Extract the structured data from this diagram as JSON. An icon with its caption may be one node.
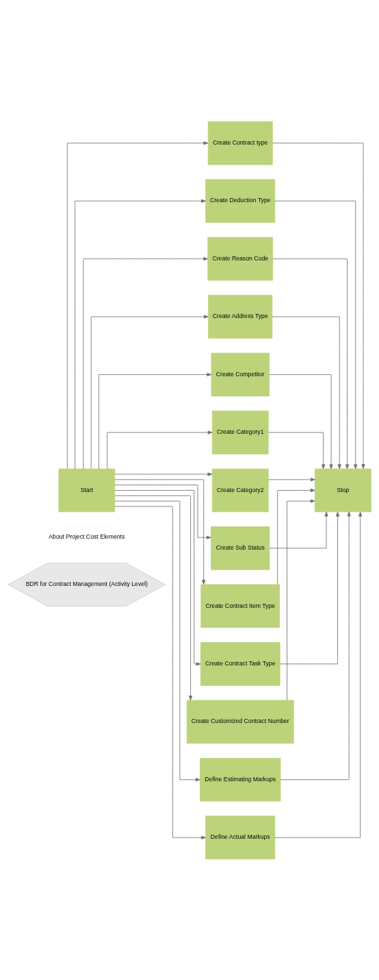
{
  "diagram": {
    "nodes": [
      {
        "text": [
          "BDR for Contract Management (Activity Level)"
        ]
      },
      {
        "text": [
          "About Project Cost Elements"
        ]
      },
      {
        "text": [
          "Start"
        ]
      },
      {
        "text": [
          "Create Contract type"
        ]
      },
      {
        "text": [
          "Stop"
        ]
      },
      {
        "text": [
          "Create Deduction Type"
        ]
      },
      {
        "text": [
          "Create Reason Code"
        ]
      },
      {
        "text": [
          "Create Address Type"
        ]
      },
      {
        "text": [
          "Create Competitor"
        ]
      },
      {
        "text": [
          "Create Category1"
        ]
      },
      {
        "text": [
          "Create Category2"
        ]
      },
      {
        "text": [
          "Create Sub Status"
        ]
      },
      {
        "text": [
          "Create Contract Item Type"
        ]
      },
      {
        "text": [
          "Create Contract Task Type"
        ]
      },
      {
        "text": [
          "Create Customized Contract Number"
        ]
      },
      {
        "text": [
          "Define Estimating Markups"
        ]
      },
      {
        "text": [
          "Define Actual Markups"
        ]
      }
    ],
    "edges": [
      {
        "from": 2,
        "to": 3,
        "arrow": "to"
      },
      {
        "from": 2,
        "to": 5,
        "arrow": "to"
      },
      {
        "from": 2,
        "to": 6,
        "arrow": "to"
      },
      {
        "from": 2,
        "to": 7,
        "arrow": "to"
      },
      {
        "from": 2,
        "to": 8,
        "arrow": "to"
      },
      {
        "from": 2,
        "to": 9,
        "arrow": "to"
      },
      {
        "from": 2,
        "to": 10,
        "arrow": "to"
      },
      {
        "from": 2,
        "to": 11,
        "arrow": "to"
      },
      {
        "from": 2,
        "to": 12,
        "arrow": "to"
      },
      {
        "from": 2,
        "to": 13,
        "arrow": "to"
      },
      {
        "from": 2,
        "to": 14,
        "arrow": "to"
      },
      {
        "from": 2,
        "to": 15,
        "arrow": "to"
      },
      {
        "from": 2,
        "to": 16,
        "arrow": "to"
      },
      {
        "from": 3,
        "to": 4,
        "arrow": "to"
      },
      {
        "from": 5,
        "to": 4,
        "arrow": "to"
      },
      {
        "from": 6,
        "to": 4,
        "arrow": "to"
      },
      {
        "from": 7,
        "to": 4,
        "arrow": "to"
      },
      {
        "from": 8,
        "to": 4,
        "arrow": "to"
      },
      {
        "from": 9,
        "to": 4,
        "arrow": "to"
      },
      {
        "from": 10,
        "to": 4,
        "arrow": "to"
      },
      {
        "from": 11,
        "to": 4,
        "arrow": "to"
      },
      {
        "from": 12,
        "to": 4,
        "arrow": "to"
      },
      {
        "from": 13,
        "to": 4,
        "arrow": "to"
      },
      {
        "from": 14,
        "to": 4,
        "arrow": "to"
      },
      {
        "from": 15,
        "to": 4,
        "arrow": "to"
      },
      {
        "from": 16,
        "to": 4,
        "arrow": "to"
      }
    ]
  }
}
